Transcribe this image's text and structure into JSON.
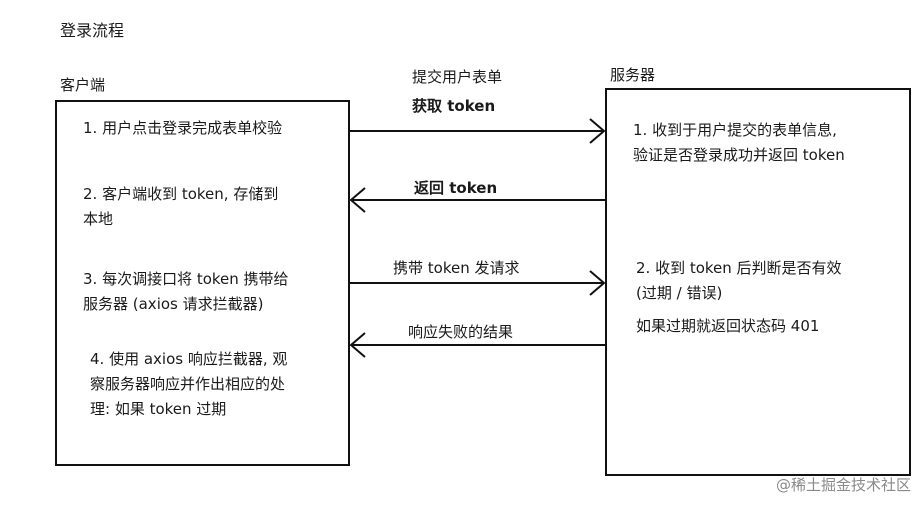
{
  "title": "登录流程",
  "client": {
    "label": "客户端",
    "steps": [
      {
        "lines": [
          "1. 用户点击登录完成表单校验"
        ]
      },
      {
        "lines": [
          "2. 客户端收到 token, 存储到",
          "本地"
        ]
      },
      {
        "lines": [
          "3. 每次调接口将 token 携带给",
          "服务器 (axios 请求拦截器)"
        ]
      },
      {
        "lines": [
          "4. 使用 axios 响应拦截器, 观",
          "察服务器响应并作出相应的处",
          "理: 如果 token 过期"
        ]
      }
    ]
  },
  "server": {
    "label": "服务器",
    "steps": [
      {
        "lines": [
          "1. 收到于用户提交的表单信息,",
          "验证是否登录成功并返回 token"
        ]
      },
      {
        "lines": [
          "2. 收到 token 后判断是否有效",
          "(过期 / 错误)",
          "如果过期就返回状态码 401"
        ]
      }
    ]
  },
  "arrows": [
    {
      "direction": "right",
      "label_line1": "提交用户表单",
      "label_line2": "获取 token"
    },
    {
      "direction": "left",
      "label": "返回 token"
    },
    {
      "direction": "right",
      "label": "携带 token 发请求"
    },
    {
      "direction": "left",
      "label": "响应失败的结果"
    }
  ],
  "watermark": "@稀土掘金技术社区"
}
